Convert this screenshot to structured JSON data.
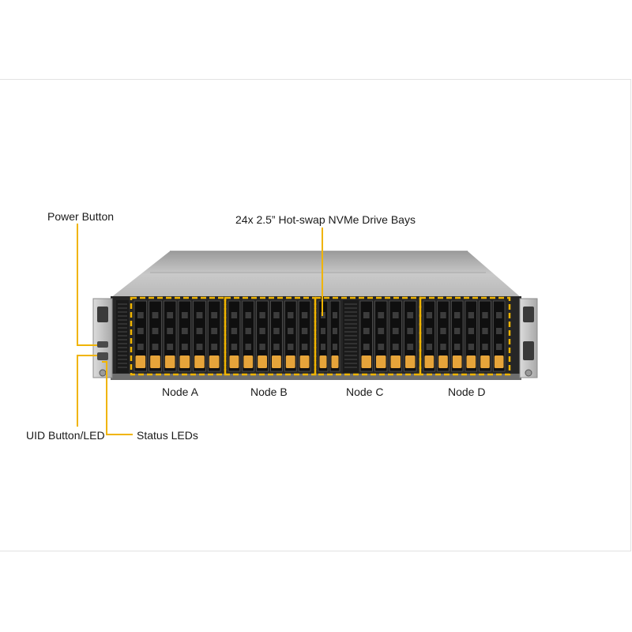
{
  "callouts": {
    "power_button": "Power Button",
    "drive_bays": "24x 2.5” Hot-swap NVMe Drive Bays",
    "uid_button": "UID Button/LED",
    "status_leds": "Status LEDs"
  },
  "nodes": [
    "Node A",
    "Node B",
    "Node C",
    "Node D"
  ],
  "colors": {
    "callout_line": "#f0b400",
    "drive_tab": "#e6a43a",
    "chassis_top": "#c4c4c4",
    "front_panel": "#2a2a2a"
  }
}
